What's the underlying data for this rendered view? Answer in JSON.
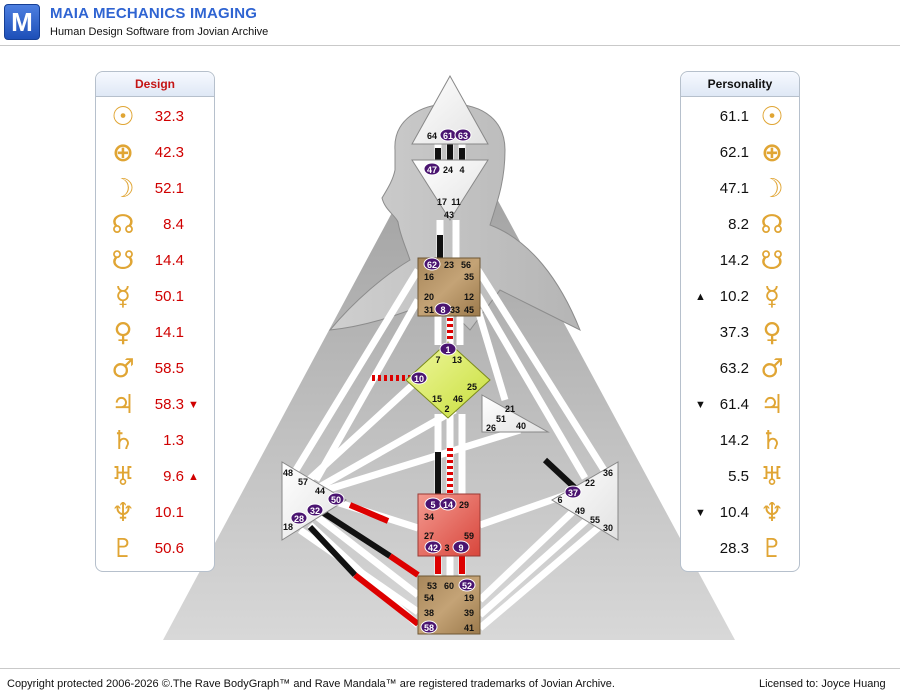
{
  "header": {
    "logo_letter": "M",
    "title": "MAIA MECHANICS IMAGING",
    "subtitle": "Human Design Software from Jovian Archive"
  },
  "colors": {
    "accent_blue": "#2f64d2",
    "design_red": "#d00000",
    "planet_gold": "#e0a534",
    "gate_purple": "#4a1470",
    "center_tan": "#b08c5a",
    "center_yellow": "#e2f07a",
    "center_red": "#e8605a"
  },
  "design": {
    "title": "Design",
    "rows": [
      {
        "icon": "sun-icon",
        "glyph": "☉",
        "value": "32.3",
        "arrow": ""
      },
      {
        "icon": "earth-icon",
        "glyph": "⊕",
        "value": "42.3",
        "arrow": ""
      },
      {
        "icon": "moon-icon",
        "glyph": "☽",
        "value": "52.1",
        "arrow": ""
      },
      {
        "icon": "north-node-icon",
        "glyph": "☊",
        "value": "8.4",
        "arrow": ""
      },
      {
        "icon": "south-node-icon",
        "glyph": "☋",
        "value": "14.4",
        "arrow": ""
      },
      {
        "icon": "mercury-icon",
        "glyph": "☿",
        "value": "50.1",
        "arrow": ""
      },
      {
        "icon": "venus-icon",
        "glyph": "♀",
        "value": "14.1",
        "arrow": ""
      },
      {
        "icon": "mars-icon",
        "glyph": "♂",
        "value": "58.5",
        "arrow": ""
      },
      {
        "icon": "jupiter-icon",
        "glyph": "♃",
        "value": "58.3",
        "arrow": "▼"
      },
      {
        "icon": "saturn-icon",
        "glyph": "♄",
        "value": "1.3",
        "arrow": ""
      },
      {
        "icon": "uranus-icon",
        "glyph": "♅",
        "value": "9.6",
        "arrow": "▲"
      },
      {
        "icon": "neptune-icon",
        "glyph": "♆",
        "value": "10.1",
        "arrow": ""
      },
      {
        "icon": "pluto-icon",
        "glyph": "♇",
        "value": "50.6",
        "arrow": ""
      }
    ]
  },
  "personality": {
    "title": "Personality",
    "rows": [
      {
        "icon": "sun-icon",
        "glyph": "☉",
        "value": "61.1",
        "arrow": ""
      },
      {
        "icon": "earth-icon",
        "glyph": "⊕",
        "value": "62.1",
        "arrow": ""
      },
      {
        "icon": "moon-icon",
        "glyph": "☽",
        "value": "47.1",
        "arrow": ""
      },
      {
        "icon": "north-node-icon",
        "glyph": "☊",
        "value": "8.2",
        "arrow": ""
      },
      {
        "icon": "south-node-icon",
        "glyph": "☋",
        "value": "14.2",
        "arrow": ""
      },
      {
        "icon": "mercury-icon",
        "glyph": "☿",
        "value": "10.2",
        "arrow": "▲"
      },
      {
        "icon": "venus-icon",
        "glyph": "♀",
        "value": "37.3",
        "arrow": ""
      },
      {
        "icon": "mars-icon",
        "glyph": "♂",
        "value": "63.2",
        "arrow": ""
      },
      {
        "icon": "jupiter-icon",
        "glyph": "♃",
        "value": "61.4",
        "arrow": "▼"
      },
      {
        "icon": "saturn-icon",
        "glyph": "♄",
        "value": "14.2",
        "arrow": ""
      },
      {
        "icon": "uranus-icon",
        "glyph": "♅",
        "value": "5.5",
        "arrow": ""
      },
      {
        "icon": "neptune-icon",
        "glyph": "♆",
        "value": "10.4",
        "arrow": "▼"
      },
      {
        "icon": "pluto-icon",
        "glyph": "♇",
        "value": "28.3",
        "arrow": ""
      }
    ]
  },
  "bodygraph": {
    "gates": {
      "64": {
        "text": "64",
        "active": false
      },
      "61": {
        "text": "61",
        "active": true
      },
      "63": {
        "text": "63",
        "active": true
      },
      "47": {
        "text": "47",
        "active": true
      },
      "24": {
        "text": "24",
        "active": false
      },
      "4": {
        "text": "4",
        "active": false
      },
      "17": {
        "text": "17",
        "active": false
      },
      "11": {
        "text": "11",
        "active": false
      },
      "43": {
        "text": "43",
        "active": false
      },
      "62": {
        "text": "62",
        "active": true
      },
      "23": {
        "text": "23",
        "active": false
      },
      "56": {
        "text": "56",
        "active": false
      },
      "16": {
        "text": "16",
        "active": false
      },
      "35": {
        "text": "35",
        "active": false
      },
      "20": {
        "text": "20",
        "active": false
      },
      "12": {
        "text": "12",
        "active": false
      },
      "31": {
        "text": "31",
        "active": false
      },
      "8": {
        "text": "8",
        "active": true
      },
      "33": {
        "text": "33",
        "active": false
      },
      "45": {
        "text": "45",
        "active": false
      },
      "1": {
        "text": "1",
        "active": true
      },
      "7": {
        "text": "7",
        "active": false
      },
      "13": {
        "text": "13",
        "active": false
      },
      "10": {
        "text": "10",
        "active": true
      },
      "25": {
        "text": "25",
        "active": false
      },
      "15": {
        "text": "15",
        "active": false
      },
      "46": {
        "text": "46",
        "active": false
      },
      "2": {
        "text": "2",
        "active": false
      },
      "21": {
        "text": "21",
        "active": false
      },
      "51": {
        "text": "51",
        "active": false
      },
      "26": {
        "text": "26",
        "active": false
      },
      "40": {
        "text": "40",
        "active": false
      },
      "48": {
        "text": "48",
        "active": false
      },
      "57": {
        "text": "57",
        "active": false
      },
      "44": {
        "text": "44",
        "active": false
      },
      "50": {
        "text": "50",
        "active": true
      },
      "32": {
        "text": "32",
        "active": true
      },
      "28": {
        "text": "28",
        "active": true
      },
      "18": {
        "text": "18",
        "active": false
      },
      "36": {
        "text": "36",
        "active": false
      },
      "22": {
        "text": "22",
        "active": false
      },
      "37": {
        "text": "37",
        "active": true
      },
      "6": {
        "text": "6",
        "active": false
      },
      "49": {
        "text": "49",
        "active": false
      },
      "55": {
        "text": "55",
        "active": false
      },
      "30": {
        "text": "30",
        "active": false
      },
      "5": {
        "text": "5",
        "active": true
      },
      "14": {
        "text": "14",
        "active": true
      },
      "29": {
        "text": "29",
        "active": false
      },
      "34": {
        "text": "34",
        "active": false
      },
      "27": {
        "text": "27",
        "active": false
      },
      "59": {
        "text": "59",
        "active": false
      },
      "42": {
        "text": "42",
        "active": true
      },
      "3": {
        "text": "3",
        "active": false
      },
      "9": {
        "text": "9",
        "active": true
      },
      "53": {
        "text": "53",
        "active": false
      },
      "60": {
        "text": "60",
        "active": false
      },
      "52": {
        "text": "52",
        "active": true
      },
      "54": {
        "text": "54",
        "active": false
      },
      "19": {
        "text": "19",
        "active": false
      },
      "38": {
        "text": "38",
        "active": false
      },
      "39": {
        "text": "39",
        "active": false
      },
      "58": {
        "text": "58",
        "active": true
      },
      "41": {
        "text": "41",
        "active": false
      }
    }
  },
  "footer": {
    "copyright": "Copyright protected 2006-2026 ©.The Rave BodyGraph™ and Rave Mandala™ are registered trademarks of Jovian Archive.",
    "license": "Licensed to: Joyce Huang"
  }
}
